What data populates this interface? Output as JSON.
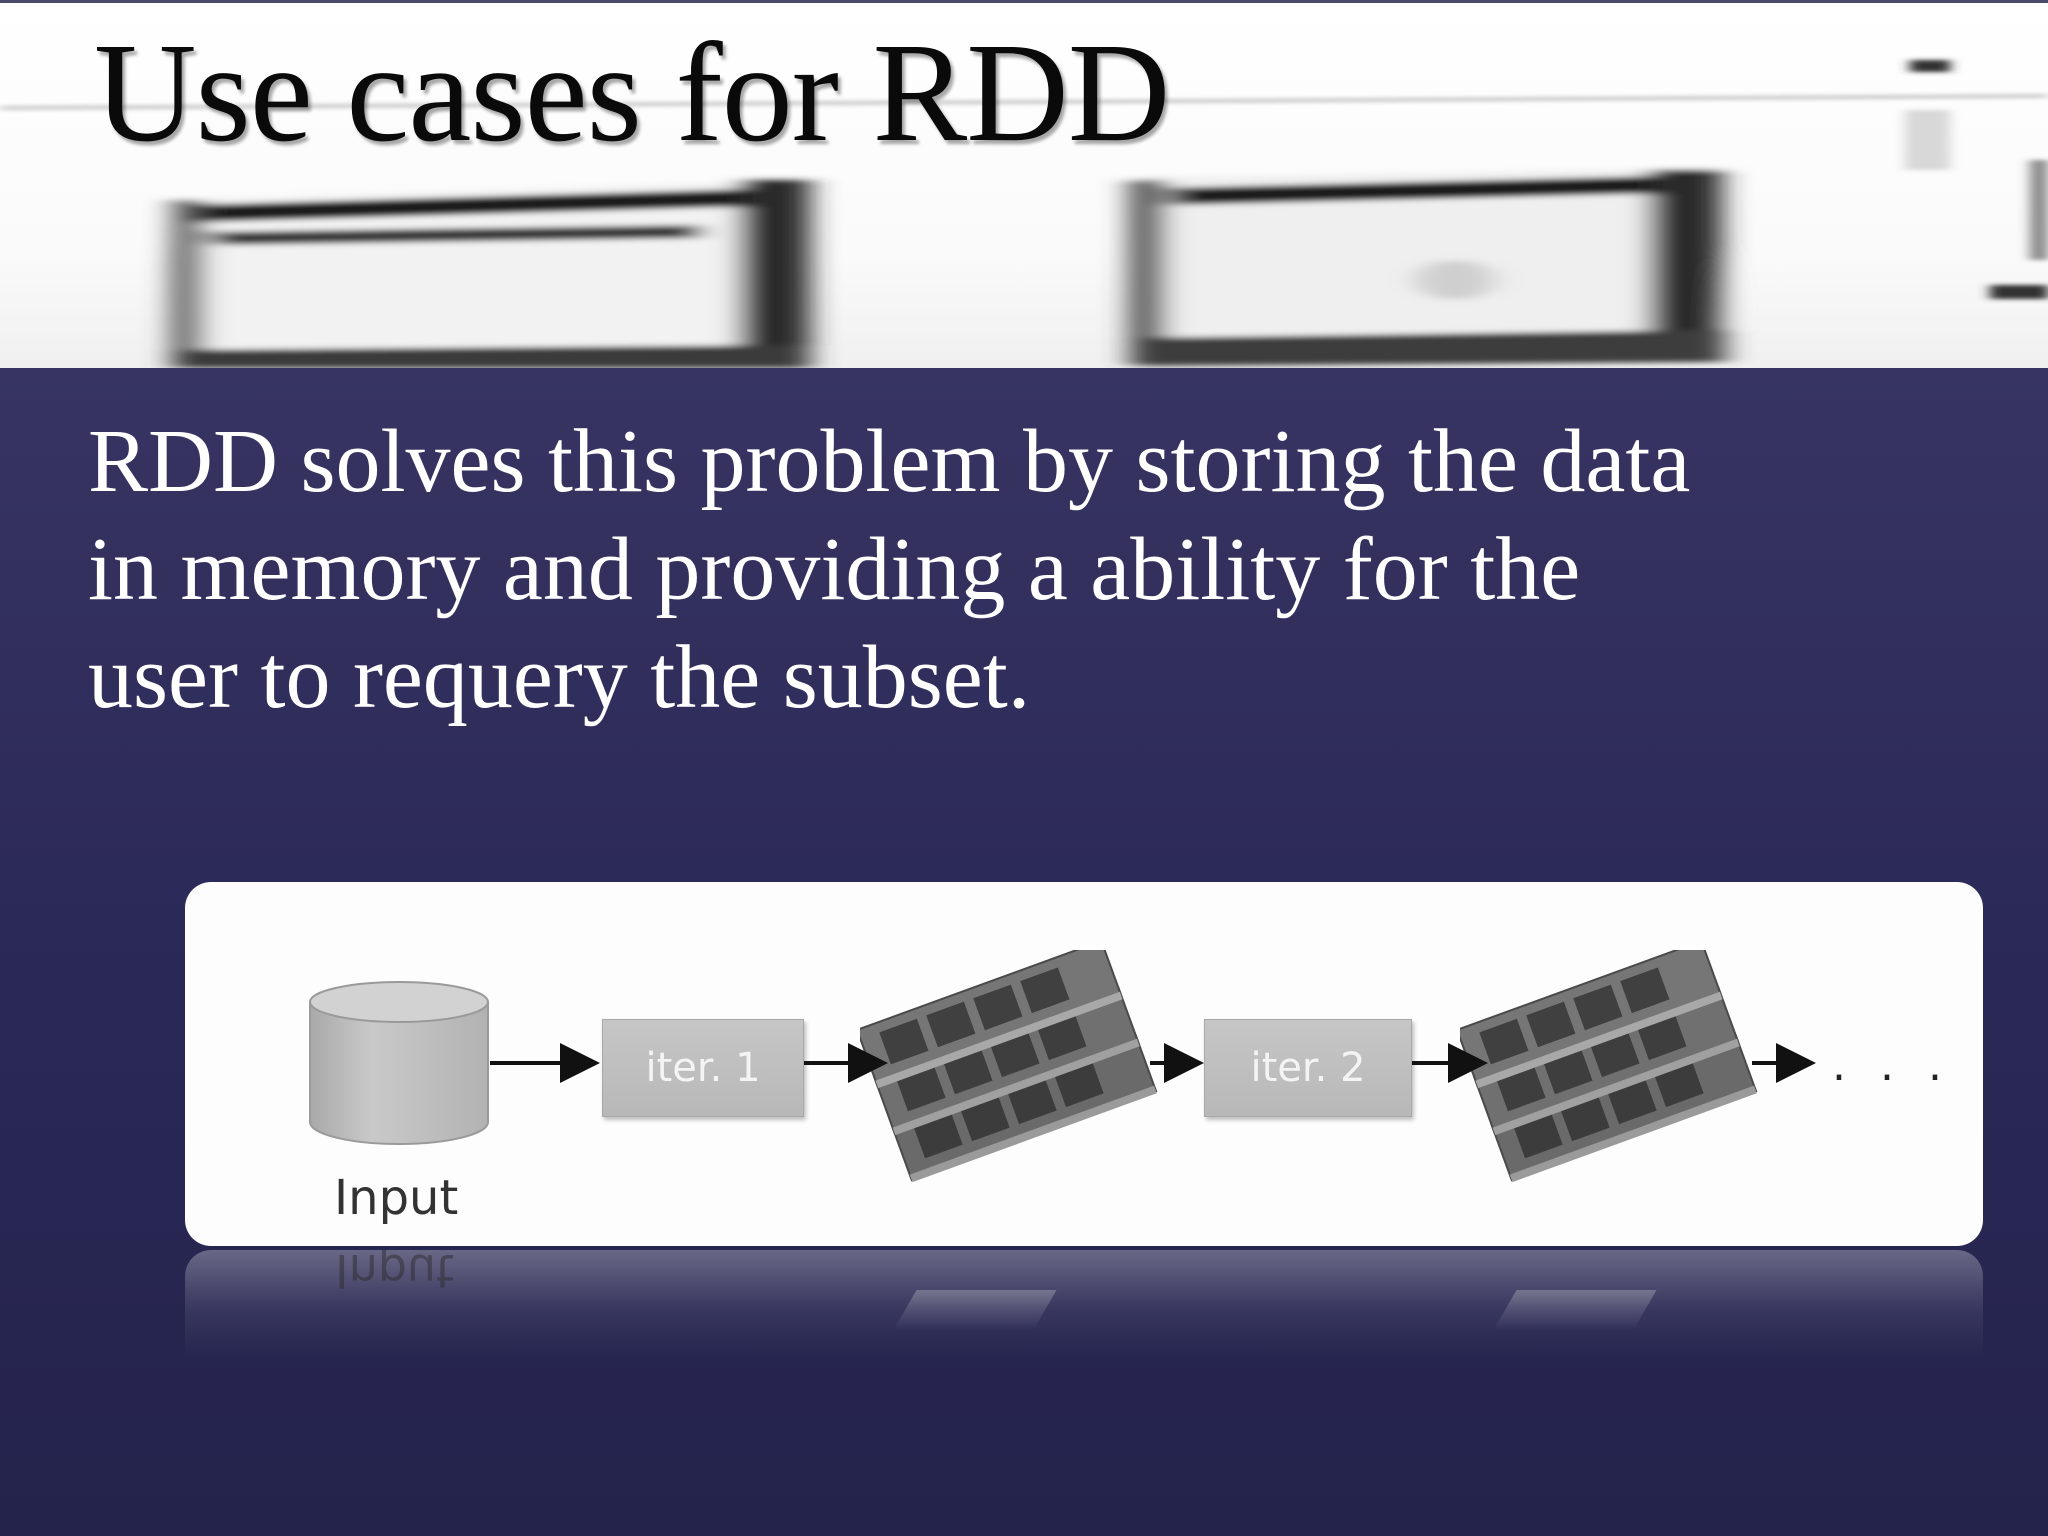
{
  "slide": {
    "title": "Use cases for RDD",
    "body": "RDD solves this problem by storing the data\nin memory and providing a ability for the\nuser to requery the subset."
  },
  "diagram": {
    "input_label": "Input",
    "steps": [
      {
        "label": "iter. 1"
      },
      {
        "label": "iter. 2"
      }
    ],
    "continuation": ". . .",
    "reflection_label": "Input",
    "icons": [
      "database-cylinder-icon",
      "ram-memory-icon",
      "arrow-right-icon"
    ]
  },
  "colors": {
    "background_top": "#3d3a6a",
    "background_bottom": "#24234c",
    "title_text": "#0a0a0a",
    "body_text": "#ffffff",
    "card": "#fdfdfd",
    "iter_box": "#bdbdbd"
  }
}
